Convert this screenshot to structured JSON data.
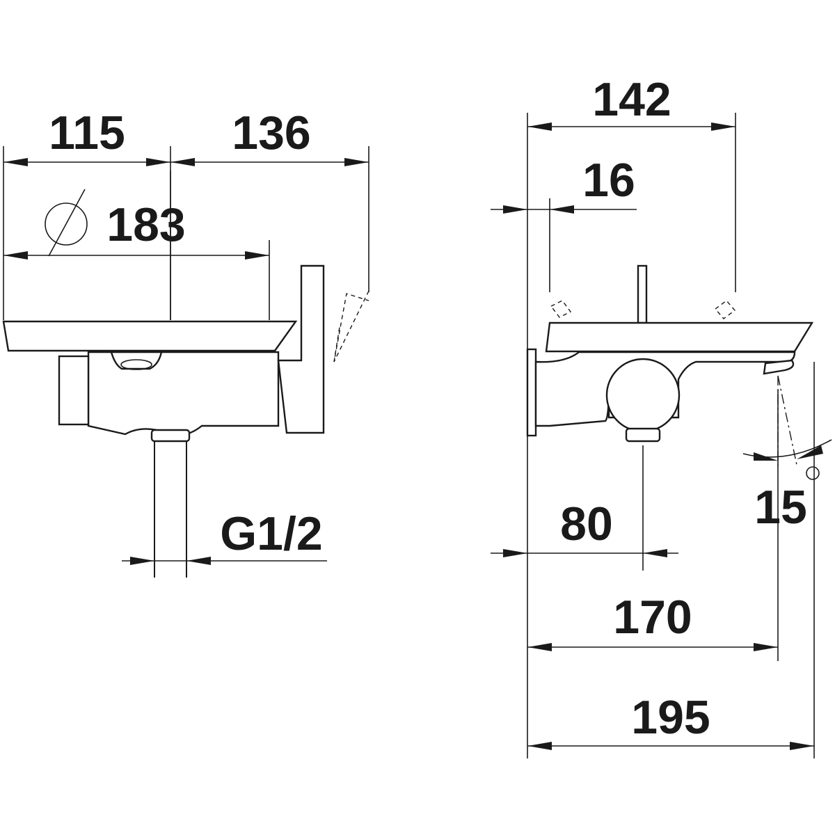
{
  "side_view": {
    "dim_left_width": "115",
    "dim_right_width": "136",
    "dim_diameter": "183",
    "dim_connection": "G1/2"
  },
  "front_view": {
    "dim_depth_total": "142",
    "dim_wall_offset": "16",
    "dim_connection_depth": "80",
    "dim_spout_depth": "170",
    "dim_overall_depth": "195",
    "dim_angle": "15"
  },
  "colors": {
    "ink": "#1a1a1a",
    "background": "#ffffff"
  }
}
